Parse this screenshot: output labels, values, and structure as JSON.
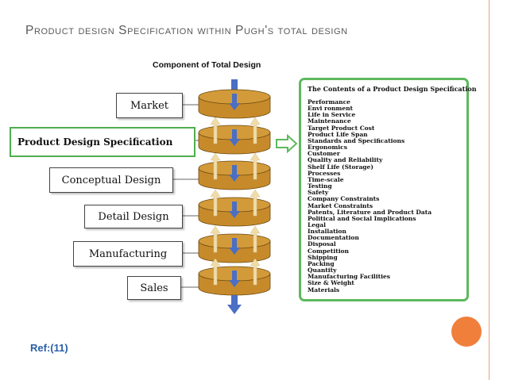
{
  "slide": {
    "title": "Product design Specification within  Pugh's total design",
    "subtitle": "Component of Total Design",
    "reference": "Ref:(11)"
  },
  "stages": [
    {
      "label": "Market"
    },
    {
      "label": "Product Design Specification"
    },
    {
      "label": "Conceptual Design"
    },
    {
      "label": "Detail Design"
    },
    {
      "label": "Manufacturing"
    },
    {
      "label": "Sales"
    }
  ],
  "contents_box": {
    "heading": "The Contents of a Product Design Specification",
    "items": [
      "Performance",
      "Envi ronment",
      "Life in Service",
      "Maintenance",
      "Target Product Cost",
      "Product Life Span",
      "Standards and Specifications",
      "Ergonomics",
      "Customer",
      "Quality and Reliability",
      "Shelf Life (Storage)",
      "Processes",
      "Time-scale",
      "Testing",
      "Safety",
      "Company Constraints",
      "Market Constraints",
      "Patents, Literature and Product Data",
      "Political and Social Implications",
      "Legal",
      "Installation",
      "Documentation",
      "Disposal",
      "Competition",
      "Shipping",
      "Packing",
      "Quantity",
      "Manufacturing Facilities",
      "Size & Weight",
      "Materials"
    ]
  },
  "colors": {
    "accent_line": "#e8a27f",
    "disc_fill": "#c78a2a",
    "disc_top": "#d39a3a",
    "down_arrow": "#4a6fc4",
    "up_arrow": "#f0dca8",
    "green_border": "#5db85d",
    "reference_text": "#2a5fa8",
    "corner_dot": "#f07f3c"
  }
}
